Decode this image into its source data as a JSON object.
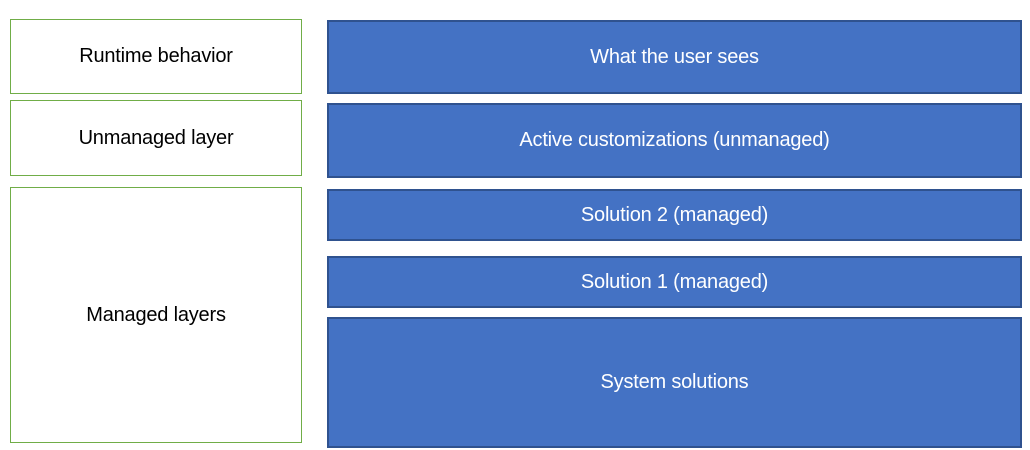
{
  "diagram": {
    "left_labels": [
      {
        "label": "Runtime behavior"
      },
      {
        "label": "Unmanaged layer"
      },
      {
        "label": "Managed layers"
      }
    ],
    "layers": [
      {
        "label": "What the user sees"
      },
      {
        "label": "Active customizations (unmanaged)"
      },
      {
        "label": "Solution 2 (managed)"
      },
      {
        "label": "Solution 1 (managed)"
      },
      {
        "label": "System solutions"
      }
    ],
    "colors": {
      "layer_fill": "#4472C4",
      "layer_border": "#2F528F",
      "layer_text": "#FFFFFF",
      "label_fill": "#FFFFFF",
      "label_border": "#70AD47",
      "label_text": "#000000"
    }
  }
}
